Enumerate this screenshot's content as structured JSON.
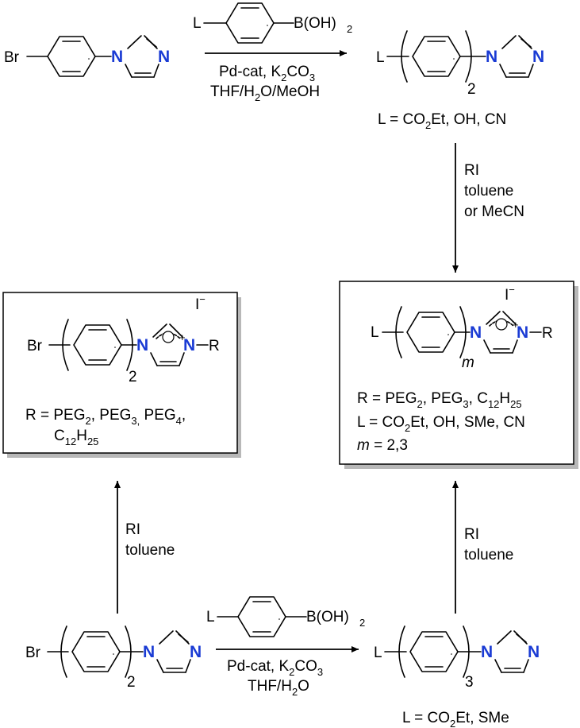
{
  "atoms": {
    "Br": "Br",
    "L": "L",
    "N": "N",
    "R": "R",
    "I": "I",
    "B": "B(OH)",
    "B_sub": "2",
    "iodide_charge": "−",
    "plus": "+",
    "n2": "2",
    "n3": "3",
    "m": "m"
  },
  "reaction_top": {
    "line1": "Pd-cat, K",
    "line1_sub": "2",
    "line1_end": "CO",
    "line1_sub2": "3",
    "line2_a": "THF/H",
    "line2_sub": "2",
    "line2_b": "O/MeOH"
  },
  "product_top": {
    "l_a": "L = CO",
    "l_sub": "2",
    "l_b": "Et, OH, CN"
  },
  "arrow_right": {
    "line1": "RI",
    "line2": "toluene",
    "line3": "or MeCN"
  },
  "box_left": {
    "r_a": "R = PEG",
    "r_s1": "2",
    "r_b": ", PEG",
    "r_s2": "3,",
    "r_c": " PEG",
    "r_s3": "4",
    "r_d": ",",
    "c_a": "C",
    "c_s1": "12",
    "c_b": "H",
    "c_s2": "25"
  },
  "box_right": {
    "r_a": "R = PEG",
    "r_s1": "2",
    "r_b": ", PEG",
    "r_s2": "3",
    "r_c": ", C",
    "r_s3": "12",
    "r_d": "H",
    "r_s4": "25",
    "l_a": "L = CO",
    "l_sub": "2",
    "l_b": "Et, OH, SMe, CN",
    "m_var": "m",
    "m_rest": " = 2,3"
  },
  "arrow_left_up": {
    "line1": "RI",
    "line2": "toluene"
  },
  "arrow_right_up": {
    "line1": "RI",
    "line2": "toluene"
  },
  "reaction_bottom": {
    "line1": "Pd-cat, K",
    "line1_sub": "2",
    "line1_end": "CO",
    "line1_sub2": "3",
    "line2_a": "THF/H",
    "line2_sub": "2",
    "line2_b": "O"
  },
  "product_bottom": {
    "l_a": "L = CO",
    "l_sub": "2",
    "l_b": "Et, SMe"
  }
}
